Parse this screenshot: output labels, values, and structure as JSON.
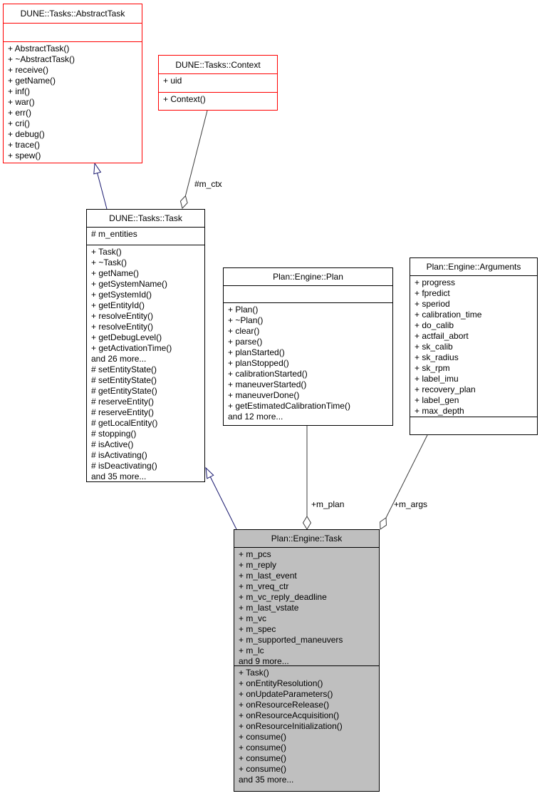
{
  "diagram": {
    "type": "uml-collaboration-graph",
    "colors": {
      "red_class_border": "#ff0000",
      "black_class_border": "#000000",
      "focus_class_fill": "#bfbfbf",
      "inheritance_edge": "#191970",
      "aggregation_edge": "#3c3c3c",
      "background": "#ffffff"
    },
    "classes": {
      "abstractTask": {
        "title": "DUNE::Tasks::AbstractTask",
        "attributes": [],
        "methods": [
          "+ AbstractTask()",
          "+ ~AbstractTask()",
          "+ receive()",
          "+ getName()",
          "+ inf()",
          "+ war()",
          "+ err()",
          "+ cri()",
          "+ debug()",
          "+ trace()",
          "+ spew()"
        ]
      },
      "context": {
        "title": "DUNE::Tasks::Context",
        "attributes": [
          "+ uid"
        ],
        "methods": [
          "+ Context()"
        ]
      },
      "task": {
        "title": "DUNE::Tasks::Task",
        "attributes": [
          "# m_entities"
        ],
        "methods": [
          "+ Task()",
          "+ ~Task()",
          "+ getName()",
          "+ getSystemName()",
          "+ getSystemId()",
          "+ getEntityId()",
          "+ resolveEntity()",
          "+ resolveEntity()",
          "+ getDebugLevel()",
          "+ getActivationTime()",
          "and 26 more...",
          "# setEntityState()",
          "# setEntityState()",
          "# getEntityState()",
          "# reserveEntity()",
          "# reserveEntity()",
          "# getLocalEntity()",
          "# stopping()",
          "# isActive()",
          "# isActivating()",
          "# isDeactivating()",
          "and 35 more..."
        ]
      },
      "plan": {
        "title": "Plan::Engine::Plan",
        "attributes": [],
        "methods": [
          "+ Plan()",
          "+ ~Plan()",
          "+ clear()",
          "+ parse()",
          "+ planStarted()",
          "+ planStopped()",
          "+ calibrationStarted()",
          "+ maneuverStarted()",
          "+ maneuverDone()",
          "+ getEstimatedCalibrationTime()",
          "and 12 more..."
        ]
      },
      "arguments": {
        "title": "Plan::Engine::Arguments",
        "attributes": [
          "+ progress",
          "+ fpredict",
          "+ speriod",
          "+ calibration_time",
          "+ do_calib",
          "+ actfail_abort",
          "+ sk_calib",
          "+ sk_radius",
          "+ sk_rpm",
          "+ label_imu",
          "+ recovery_plan",
          "+ label_gen",
          "+ max_depth"
        ],
        "methods": []
      },
      "engineTask": {
        "title": "Plan::Engine::Task",
        "attributes": [
          "+ m_pcs",
          "+ m_reply",
          "+ m_last_event",
          "+ m_vreq_ctr",
          "+ m_vc_reply_deadline",
          "+ m_last_vstate",
          "+ m_vc",
          "+ m_spec",
          "+ m_supported_maneuvers",
          "+ m_lc",
          "and 9 more..."
        ],
        "methods": [
          "+ Task()",
          "+ onEntityResolution()",
          "+ onUpdateParameters()",
          "+ onResourceRelease()",
          "+ onResourceAcquisition()",
          "+ onResourceInitialization()",
          "+ consume()",
          "+ consume()",
          "+ consume()",
          "+ consume()",
          "and 35 more..."
        ]
      }
    },
    "edges": {
      "ctx": {
        "label": "#m_ctx",
        "kind": "aggregation",
        "from": "DUNE::Tasks::Context",
        "to": "DUNE::Tasks::Task"
      },
      "plan": {
        "label": "+m_plan",
        "kind": "aggregation",
        "from": "Plan::Engine::Plan",
        "to": "Plan::Engine::Task"
      },
      "args": {
        "label": "+m_args",
        "kind": "aggregation",
        "from": "Plan::Engine::Arguments",
        "to": "Plan::Engine::Task"
      },
      "inherit1": {
        "label": "",
        "kind": "inheritance",
        "from": "DUNE::Tasks::Task",
        "to": "DUNE::Tasks::AbstractTask"
      },
      "inherit2": {
        "label": "",
        "kind": "inheritance",
        "from": "Plan::Engine::Task",
        "to": "DUNE::Tasks::Task"
      }
    }
  }
}
